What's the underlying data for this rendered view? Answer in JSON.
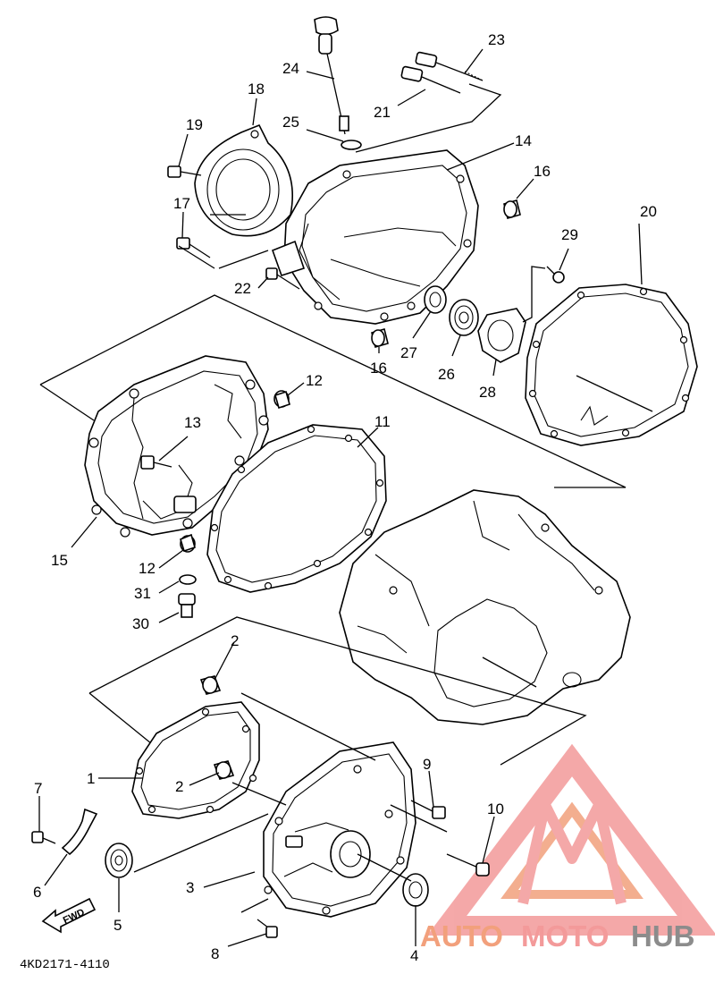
{
  "drawing_code": "4KD2171-4110",
  "fwd_label": "FWD",
  "watermark": {
    "word1": "AUTO",
    "word2": "MOTO",
    "word3": "HUB",
    "color_primary": "#f2a07c",
    "color_secondary": "#f39a9a",
    "color_tertiary": "#8c8c8c"
  },
  "callouts": {
    "c1": "1",
    "c2a": "2",
    "c2b": "2",
    "c3": "3",
    "c4": "4",
    "c5": "5",
    "c6": "6",
    "c7": "7",
    "c8": "8",
    "c9": "9",
    "c10": "10",
    "c11": "11",
    "c12a": "12",
    "c12b": "12",
    "c13": "13",
    "c14": "14",
    "c15": "15",
    "c16a": "16",
    "c16b": "16",
    "c17": "17",
    "c18": "18",
    "c19": "19",
    "c20": "20",
    "c21": "21",
    "c22": "22",
    "c23": "23",
    "c24": "24",
    "c25": "25",
    "c26": "26",
    "c27": "27",
    "c28": "28",
    "c29": "29",
    "c30": "30",
    "c31": "31"
  }
}
